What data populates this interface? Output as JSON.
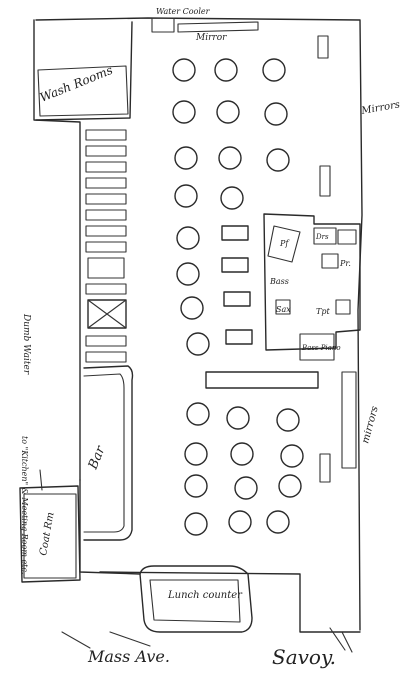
{
  "labels": {
    "water_cooler": "Water Cooler",
    "mirror_top": "Mirror",
    "wash_rooms": "Wash Rooms",
    "mirrors_right_top": "Mirrors",
    "dumb_waiter": "Dumb Waiter",
    "kitchen_note": "to \"Kitchen\" & Meeting Room etc.",
    "bar": "Bar",
    "coat_rm": "Coat Rm",
    "mirrors_right_bottom": "mirrors",
    "lunch_counter": "Lunch counter",
    "mass_ave": "Mass Ave.",
    "savoy": "Savoy.",
    "stage_labels": [
      "Pf",
      "Drs",
      "Pr.",
      "Bass",
      "Sax",
      "Tpt",
      "Bass Piano"
    ]
  }
}
